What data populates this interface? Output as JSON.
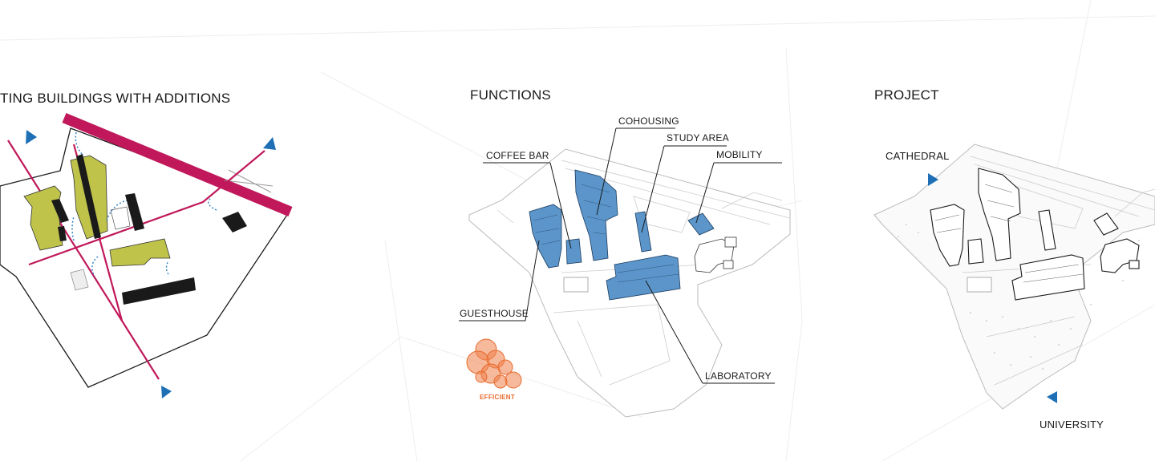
{
  "panels": {
    "existing": {
      "title": "TING BUILDINGS WITH ADDITIONS"
    },
    "functions": {
      "title": "FUNCTIONS",
      "labels": {
        "cohousing": "COHOUSING",
        "study_area": "STUDY AREA",
        "coffee_bar": "COFFEE BAR",
        "mobility": "MOBILITY",
        "guesthouse": "GUESTHOUSE",
        "laboratory": "LABORATORY"
      },
      "legend_efficient": "EFFICIENT"
    },
    "project": {
      "title": "PROJECT",
      "labels": {
        "cathedral": "CATHEDRAL",
        "university": "UNIVERSITY"
      }
    }
  },
  "colors": {
    "function_blue": "#5b95c9",
    "axis_magenta": "#c0185a",
    "existing_olive": "#bfc34a",
    "arrow_blue": "#1e6fb5",
    "efficient_orange": "#ee7f4a"
  }
}
